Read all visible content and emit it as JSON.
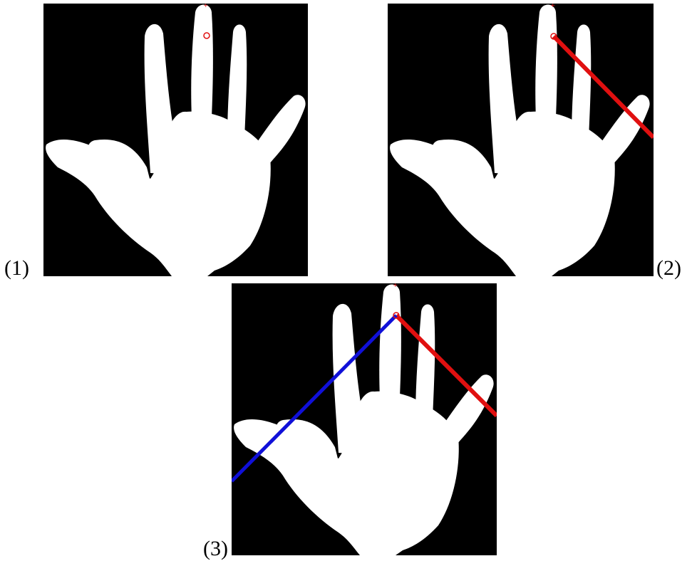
{
  "panels": [
    {
      "label": "(1)",
      "lines": []
    },
    {
      "label": "(2)",
      "lines": [
        "red"
      ]
    },
    {
      "label": "(3)",
      "lines": [
        "red",
        "blue"
      ]
    }
  ],
  "colors": {
    "background": "#000000",
    "hand": "#ffffff",
    "red_line": "#e01010",
    "blue_line": "#1010d8",
    "marker": "#e01010"
  }
}
